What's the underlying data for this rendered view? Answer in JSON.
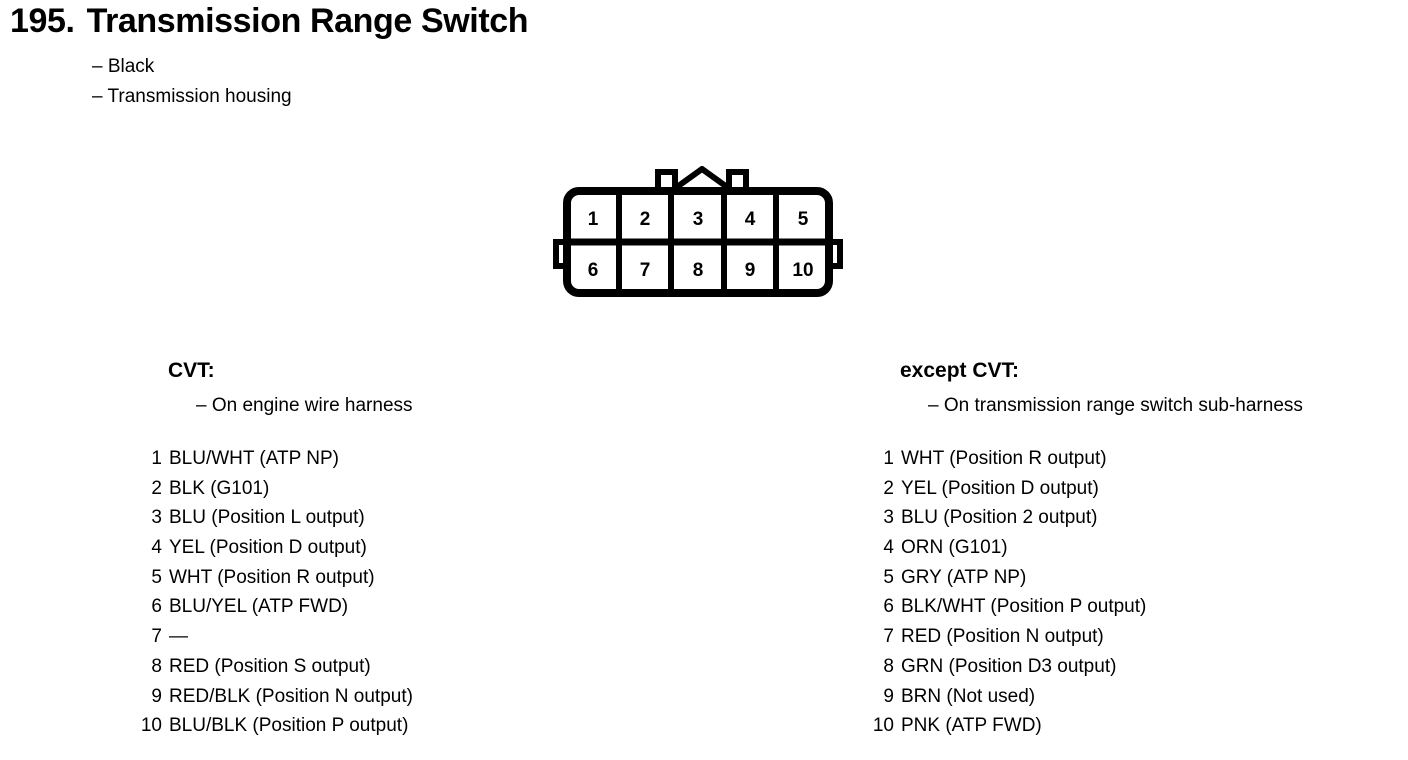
{
  "header": {
    "number": "195.",
    "title": "Transmission Range Switch",
    "notes": [
      "– Black",
      "– Transmission housing"
    ]
  },
  "connector": {
    "name": "10-pin-connector",
    "top_row": [
      "1",
      "2",
      "3",
      "4",
      "5"
    ],
    "bottom_row": [
      "6",
      "7",
      "8",
      "9",
      "10"
    ],
    "outline_color": "#000000",
    "fill_color": "#ffffff"
  },
  "columns": [
    {
      "heading": "CVT:",
      "subtitle": "– On engine wire harness",
      "pins": [
        {
          "num": "1",
          "desc": "BLU/WHT (ATP NP)"
        },
        {
          "num": "2",
          "desc": "BLK (G101)"
        },
        {
          "num": "3",
          "desc": "BLU (Position L output)"
        },
        {
          "num": "4",
          "desc": "YEL (Position D output)"
        },
        {
          "num": "5",
          "desc": "WHT (Position R output)"
        },
        {
          "num": "6",
          "desc": "BLU/YEL (ATP FWD)"
        },
        {
          "num": "7",
          "desc": "—"
        },
        {
          "num": "8",
          "desc": "RED (Position S output)"
        },
        {
          "num": "9",
          "desc": "RED/BLK (Position N output)"
        },
        {
          "num": "10",
          "desc": "BLU/BLK (Position P output)"
        }
      ]
    },
    {
      "heading": "except CVT:",
      "subtitle": "– On transmission range switch sub-harness",
      "pins": [
        {
          "num": "1",
          "desc": "WHT (Position R output)"
        },
        {
          "num": "2",
          "desc": "YEL (Position D output)"
        },
        {
          "num": "3",
          "desc": "BLU (Position 2 output)"
        },
        {
          "num": "4",
          "desc": "ORN (G101)"
        },
        {
          "num": "5",
          "desc": "GRY (ATP NP)"
        },
        {
          "num": "6",
          "desc": "BLK/WHT (Position P output)"
        },
        {
          "num": "7",
          "desc": "RED (Position N output)"
        },
        {
          "num": "8",
          "desc": "GRN (Position D3 output)"
        },
        {
          "num": "9",
          "desc": "BRN (Not used)"
        },
        {
          "num": "10",
          "desc": "PNK (ATP FWD)"
        }
      ]
    }
  ]
}
